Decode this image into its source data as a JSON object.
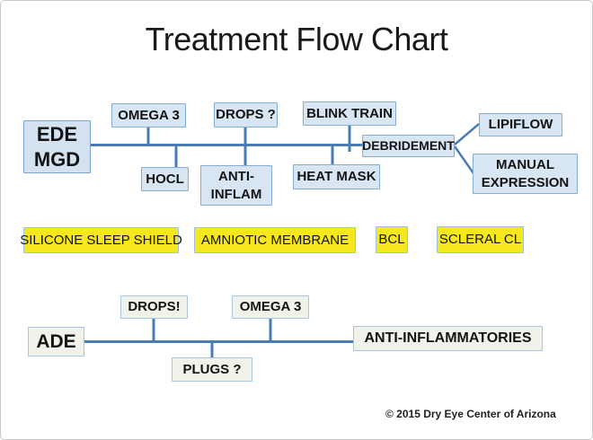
{
  "title": "Treatment Flow Chart",
  "top_branch": {
    "root_label": "EDE MGD",
    "omega3": "OMEGA 3",
    "drops": "DROPS ?",
    "blink_train": "BLINK TRAIN",
    "hocl": "HOCL",
    "anti_inflam": "ANTI-INFLAM",
    "heat_mask": "HEAT MASK",
    "debridement": "DEBRIDEMENT",
    "lipiflow": "LIPIFLOW",
    "manual_expression": "MANUAL EXPRESSION"
  },
  "middle_row": {
    "silicone_sleep_shield": "SILICONE SLEEP SHIELD",
    "amniotic_membrane": "AMNIOTIC MEMBRANE",
    "bcl": "BCL",
    "scleral_cl": "SCLERAL CL"
  },
  "bottom_branch": {
    "root_label": "ADE",
    "drops": "DROPS!",
    "omega3": "OMEGA 3",
    "plugs": "PLUGS ?",
    "anti_inflammatories": "ANTI-INFLAMMATORIES"
  },
  "footer": {
    "copyright": "© 2015 Dry Eye Center of Arizona"
  },
  "colors": {
    "blue_box_fill": "#d8e5f3",
    "blue_box_border": "#85add4",
    "connector_blue": "#4a7cb8",
    "yellow_box_fill": "#f7e71f",
    "yellow_box_border": "#9cc2dd",
    "pale_box_fill": "#eff3ea",
    "pale_box_border": "#a7c6e3",
    "frame_border": "#c9c9c9",
    "text": "#141414"
  }
}
